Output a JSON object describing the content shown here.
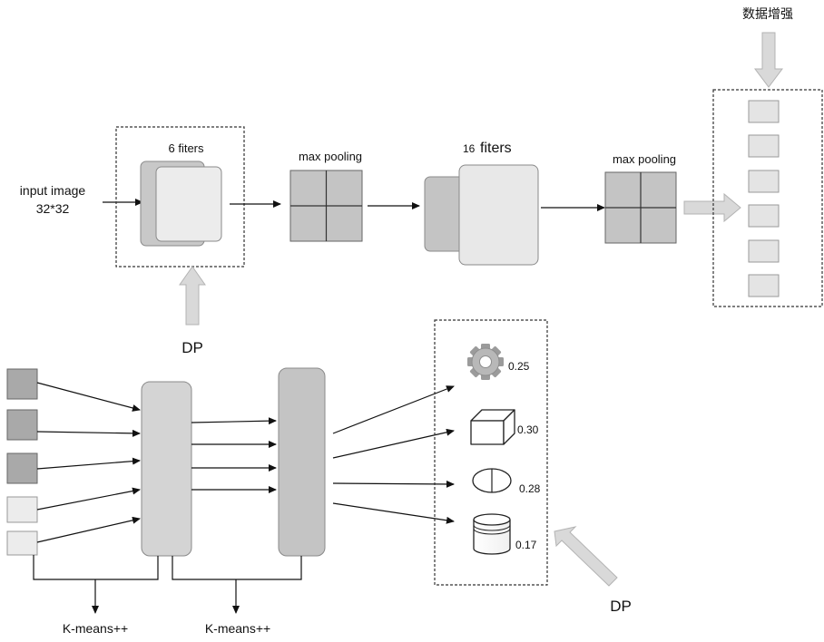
{
  "labels": {
    "input_line1": "input  image",
    "input_line2": "32*32",
    "conv1": "6 fiters",
    "pool1": "max pooling",
    "conv2_num": "16",
    "conv2_word": "fiters",
    "pool2": "max pooling",
    "augment": "数据增强",
    "dp_top": "DP",
    "dp_bottom": "DP",
    "kmeans_left": "K-means++",
    "kmeans_right": "K-means++"
  },
  "outputs": [
    {
      "icon": "gear-icon",
      "value": "0.25"
    },
    {
      "icon": "cube-icon",
      "value": "0.30"
    },
    {
      "icon": "ellipse-icon",
      "value": "0.28"
    },
    {
      "icon": "cylinder-icon",
      "value": "0.17"
    }
  ],
  "colors": {
    "dark_block": "#a9a9a9",
    "mid_block": "#cfcfcf",
    "light_block": "#e4e4e4",
    "light_input": "#ececec",
    "hollow_arrow": "#d9d9d9"
  }
}
